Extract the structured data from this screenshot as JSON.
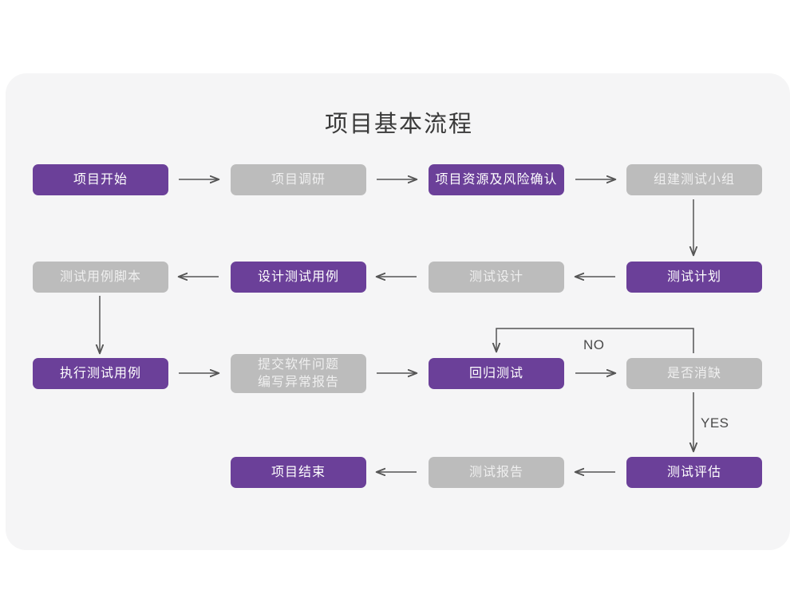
{
  "page": {
    "background_color": "#ffffff",
    "card_background_color": "#f5f5f6"
  },
  "title": "项目基本流程",
  "colors": {
    "active": "#6b4099",
    "inactive": "#bcbcbc",
    "active_text": "#ffffff",
    "inactive_text": "#efefef",
    "arrow": "#555555",
    "title_text": "#3a3a3a"
  },
  "nodes": [
    {
      "id": "project-start",
      "label": "项目开始",
      "state": "purple",
      "row": 1,
      "col": 1
    },
    {
      "id": "project-research",
      "label": "项目调研",
      "state": "gray",
      "row": 1,
      "col": 2
    },
    {
      "id": "resource-risk",
      "label": "项目资源及风险确认",
      "state": "purple",
      "row": 1,
      "col": 3
    },
    {
      "id": "form-test-team",
      "label": "组建测试小组",
      "state": "gray",
      "row": 1,
      "col": 4
    },
    {
      "id": "test-case-script",
      "label": "测试用例脚本",
      "state": "gray",
      "row": 2,
      "col": 1
    },
    {
      "id": "design-test-case",
      "label": "设计测试用例",
      "state": "purple",
      "row": 2,
      "col": 2
    },
    {
      "id": "test-design",
      "label": "测试设计",
      "state": "gray",
      "row": 2,
      "col": 3
    },
    {
      "id": "test-plan",
      "label": "测试计划",
      "state": "purple",
      "row": 2,
      "col": 4
    },
    {
      "id": "execute-test-case",
      "label": "执行测试用例",
      "state": "purple",
      "row": 3,
      "col": 1
    },
    {
      "id": "submit-bug-report",
      "label": "提交软件问题\n编写异常报告",
      "state": "gray",
      "row": 3,
      "col": 2
    },
    {
      "id": "regression-test",
      "label": "回归测试",
      "state": "purple",
      "row": 3,
      "col": 3
    },
    {
      "id": "defect-cleared",
      "label": "是否消缺",
      "state": "gray",
      "row": 3,
      "col": 4
    },
    {
      "id": "project-end",
      "label": "项目结束",
      "state": "purple",
      "row": 4,
      "col": 2
    },
    {
      "id": "test-report",
      "label": "测试报告",
      "state": "gray",
      "row": 4,
      "col": 3
    },
    {
      "id": "test-evaluation",
      "label": "测试评估",
      "state": "purple",
      "row": 4,
      "col": 4
    }
  ],
  "branch_labels": {
    "no": "NO",
    "yes": "YES"
  },
  "connectors": [
    {
      "from": "project-start",
      "to": "project-research",
      "direction": "right"
    },
    {
      "from": "project-research",
      "to": "resource-risk",
      "direction": "right"
    },
    {
      "from": "resource-risk",
      "to": "form-test-team",
      "direction": "right"
    },
    {
      "from": "form-test-team",
      "to": "test-plan",
      "direction": "down"
    },
    {
      "from": "test-plan",
      "to": "test-design",
      "direction": "left"
    },
    {
      "from": "test-design",
      "to": "design-test-case",
      "direction": "left"
    },
    {
      "from": "design-test-case",
      "to": "test-case-script",
      "direction": "left"
    },
    {
      "from": "test-case-script",
      "to": "execute-test-case",
      "direction": "down"
    },
    {
      "from": "execute-test-case",
      "to": "submit-bug-report",
      "direction": "right"
    },
    {
      "from": "submit-bug-report",
      "to": "regression-test",
      "direction": "right"
    },
    {
      "from": "regression-test",
      "to": "defect-cleared",
      "direction": "right"
    },
    {
      "from": "defect-cleared",
      "to": "regression-test",
      "direction": "loop-up-left",
      "label": "NO"
    },
    {
      "from": "defect-cleared",
      "to": "test-evaluation",
      "direction": "down",
      "label": "YES"
    },
    {
      "from": "test-evaluation",
      "to": "test-report",
      "direction": "left"
    },
    {
      "from": "test-report",
      "to": "project-end",
      "direction": "left"
    }
  ]
}
